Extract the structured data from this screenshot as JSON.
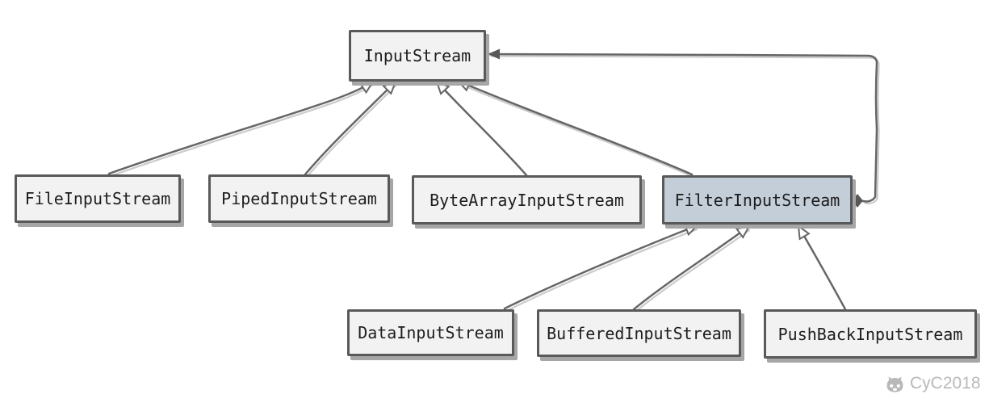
{
  "nodes": [
    {
      "label": "InputStream",
      "highlighted": false
    },
    {
      "label": "FileInputStream",
      "highlighted": false
    },
    {
      "label": "PipedInputStream",
      "highlighted": false
    },
    {
      "label": "ByteArrayInputStream",
      "highlighted": false
    },
    {
      "label": "FilterInputStream",
      "highlighted": true
    },
    {
      "label": "DataInputStream",
      "highlighted": false
    },
    {
      "label": "BufferedInputStream",
      "highlighted": false
    },
    {
      "label": "PushBackInputStream",
      "highlighted": false
    }
  ],
  "edges": [
    {
      "from": "FileInputStream",
      "to": "InputStream",
      "type": "generalization"
    },
    {
      "from": "PipedInputStream",
      "to": "InputStream",
      "type": "generalization"
    },
    {
      "from": "ByteArrayInputStream",
      "to": "InputStream",
      "type": "generalization"
    },
    {
      "from": "FilterInputStream",
      "to": "InputStream",
      "type": "generalization"
    },
    {
      "from": "DataInputStream",
      "to": "FilterInputStream",
      "type": "generalization"
    },
    {
      "from": "BufferedInputStream",
      "to": "FilterInputStream",
      "type": "generalization"
    },
    {
      "from": "PushBackInputStream",
      "to": "FilterInputStream",
      "type": "generalization"
    },
    {
      "from": "FilterInputStream",
      "to": "InputStream",
      "type": "aggregation"
    }
  ],
  "watermark": {
    "label": "CyC2018",
    "icon": "cat-icon"
  },
  "colors": {
    "node_fill": "#f2f2f2",
    "node_border": "#595959",
    "node_shadow": "#a6a6a6",
    "highlight_fill": "#c3ced8",
    "line": "#666666",
    "line_shadow": "#cccccc",
    "text": "#1d1d20",
    "watermark": "#b9b9b9"
  }
}
